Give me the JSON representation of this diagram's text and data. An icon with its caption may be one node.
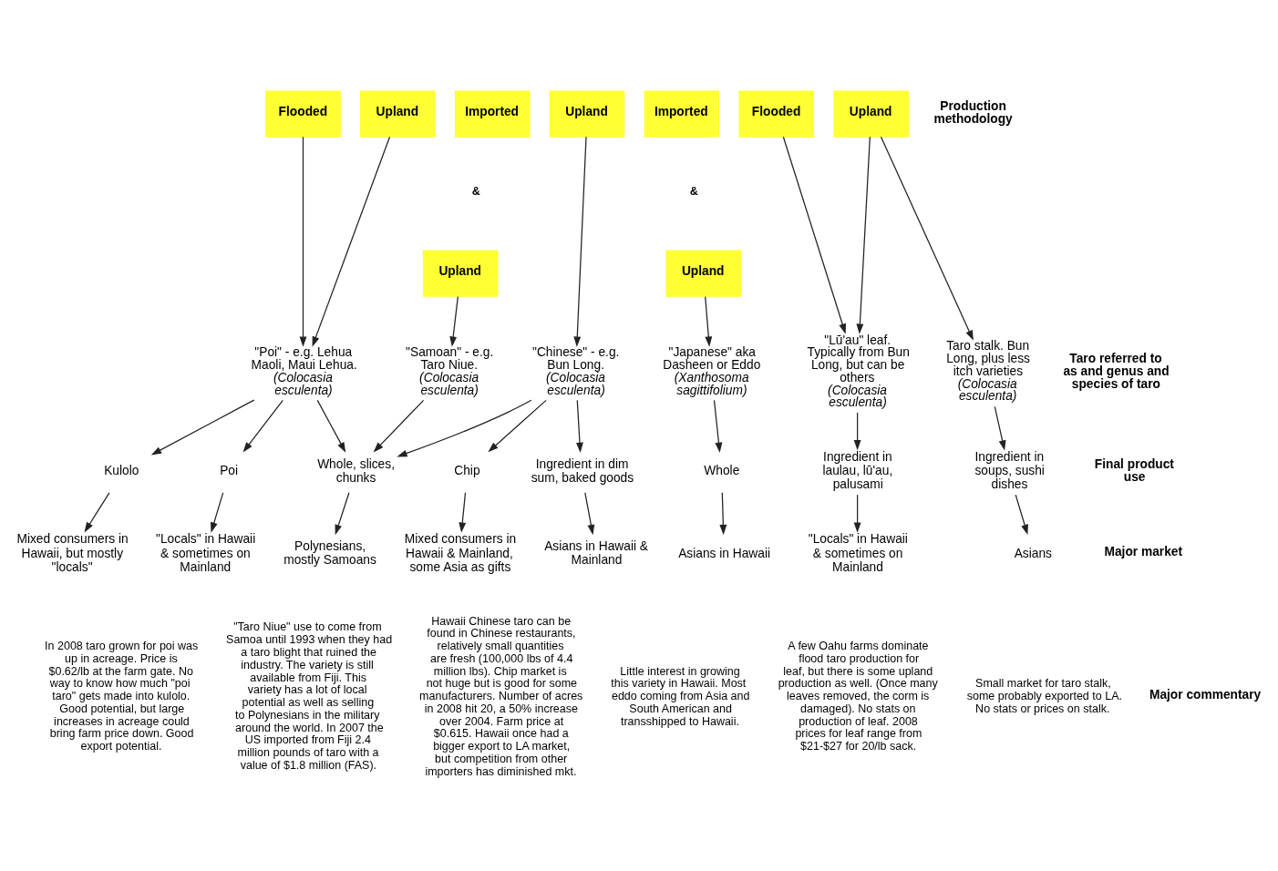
{
  "diagram": {
    "nodes": [
      {
        "text": [
          "Flooded"
        ]
      },
      {
        "text": [
          "Upland"
        ]
      },
      {
        "text": [
          "Imported"
        ]
      },
      {
        "text": [
          "Upland"
        ]
      },
      {
        "text": [
          "Imported"
        ]
      },
      {
        "text": [
          "Flooded"
        ]
      },
      {
        "text": [
          "Upland"
        ]
      },
      {
        "text": [
          "Upland"
        ]
      },
      {
        "text": [
          "Upland"
        ]
      },
      {
        "text": [
          "\"Poi\" - e.g. Lehua Maoli, Maui Lehua.",
          "(Colocasia esculenta)"
        ]
      },
      {
        "text": [
          "\"Samoan\" - e.g. Taro Niue.",
          "(Colocasia esculenta)"
        ]
      },
      {
        "text": [
          "\"Chinese\" - e.g. Bun Long.",
          "(Colocasia esculenta)"
        ]
      },
      {
        "text": [
          "\"Japanese\" aka Dasheen or Eddo",
          "(Xanthosoma sagittifolium)"
        ]
      },
      {
        "text": [
          "\"Lū'au\" leaf. Typically from Bun Long, but can be others",
          "(Colocasia esculenta)"
        ]
      },
      {
        "text": [
          "Taro stalk. Bun Long, plus less itch varieties",
          "(Colocasia esculenta)"
        ]
      },
      {
        "text": [
          "Poi"
        ]
      },
      {
        "text": [
          "Kulolo"
        ]
      },
      {
        "text": [
          "Whole, slices, chunks"
        ]
      },
      {
        "text": [
          "Chip"
        ]
      },
      {
        "text": [
          "Ingredient in dim sum, baked goods"
        ]
      },
      {
        "text": [
          "Whole"
        ]
      },
      {
        "text": [
          "Ingredient in laulau, lū'au, palusami"
        ]
      },
      {
        "text": [
          "Ingredient in soups, sushi dishes"
        ]
      },
      {
        "text": [
          "\"Locals\" in Hawaii & sometimes on Mainland"
        ]
      },
      {
        "text": [
          "Mixed consumers in Hawaii, but mostly \"locals\""
        ]
      },
      {
        "text": [
          "Polynesians, mostly Samoans"
        ]
      },
      {
        "text": [
          "Mixed consumers in Hawaii & Mainland, some Asia as gifts"
        ]
      },
      {
        "text": [
          "Asians in Hawaii & Mainland"
        ]
      },
      {
        "text": [
          "Asians in Hawaii"
        ]
      },
      {
        "text": [
          "\"Locals\" in Hawaii & sometimes on Mainland"
        ]
      },
      {
        "text": [
          "Asians"
        ]
      }
    ],
    "edges": [
      {
        "from": 0,
        "to": 9,
        "arrow": "to"
      },
      {
        "from": 1,
        "to": 9,
        "arrow": "to"
      },
      {
        "from": 7,
        "to": 10,
        "arrow": "to"
      },
      {
        "from": 3,
        "to": 11,
        "arrow": "to"
      },
      {
        "from": 8,
        "to": 12,
        "arrow": "to"
      },
      {
        "from": 5,
        "to": 13,
        "arrow": "to"
      },
      {
        "from": 6,
        "to": 13,
        "arrow": "to"
      },
      {
        "from": 6,
        "to": 14,
        "arrow": "to"
      },
      {
        "from": 9,
        "to": 15,
        "arrow": "to"
      },
      {
        "from": 9,
        "to": 16,
        "arrow": "to"
      },
      {
        "from": 9,
        "to": 17,
        "arrow": "to"
      },
      {
        "from": 10,
        "to": 17,
        "arrow": "to"
      },
      {
        "from": 11,
        "to": 17,
        "arrow": "to"
      },
      {
        "from": 11,
        "to": 18,
        "arrow": "to"
      },
      {
        "from": 11,
        "to": 19,
        "arrow": "to"
      },
      {
        "from": 12,
        "to": 20,
        "arrow": "to"
      },
      {
        "from": 13,
        "to": 21,
        "arrow": "to"
      },
      {
        "from": 14,
        "to": 22,
        "arrow": "to"
      },
      {
        "from": 15,
        "to": 23,
        "arrow": "to"
      },
      {
        "from": 16,
        "to": 24,
        "arrow": "to"
      },
      {
        "from": 17,
        "to": 25,
        "arrow": "to"
      },
      {
        "from": 18,
        "to": 26,
        "arrow": "to"
      },
      {
        "from": 19,
        "to": 27,
        "arrow": "to"
      },
      {
        "from": 20,
        "to": 28,
        "arrow": "to"
      },
      {
        "from": 21,
        "to": 29,
        "arrow": "to"
      },
      {
        "from": 22,
        "to": 30,
        "arrow": "to"
      }
    ],
    "labels": [
      "Production methodology",
      "&",
      "&",
      "Taro referred to as and genus and species of taro",
      "Final product use",
      "Major market",
      "Major commentary",
      "In 2008 taro grown for poi was up in acreage. Price is $0.62/lb at the farm gate. No way to know how much \"poi taro\" gets made into kulolo. Good potential, but large increases in acreage could bring farm price down. Good export potential.",
      "\"Taro Niue\" use to come from Samoa until 1993 when they had a taro blight that ruined the industry. The variety is still available from Fiji. This variety has a lot of local potential as well as selling to Polynesians in the military around the world. In 2007 the US imported from Fiji 2.4 million pounds of taro with a value of $1.8 million (FAS).",
      "Hawaii Chinese taro can be found in Chinese restaurants, relatively small quantities are fresh (100,000 lbs of 4.4 million lbs). Chip market is not huge but is good for some manufacturers. Number of acres in 2008 hit 20, a 50% increase over 2004. Farm price at $0.615. Hawaii once had a bigger export to LA market, but competition from other importers has diminished mkt.",
      "Little interest in growing this variety in Hawaii. Most eddo coming from Asia and South American and transshipped to Hawaii.",
      "A few Oahu farms dominate flood taro production for leaf, but there is some upland production as well. (Once many leaves removed, the corm is damaged). No stats on production of leaf. 2008 prices for leaf range from $21-$27 for 20/lb sack.",
      "Small market for taro stalk, some probably exported to LA. No stats or prices on stalk."
    ]
  }
}
